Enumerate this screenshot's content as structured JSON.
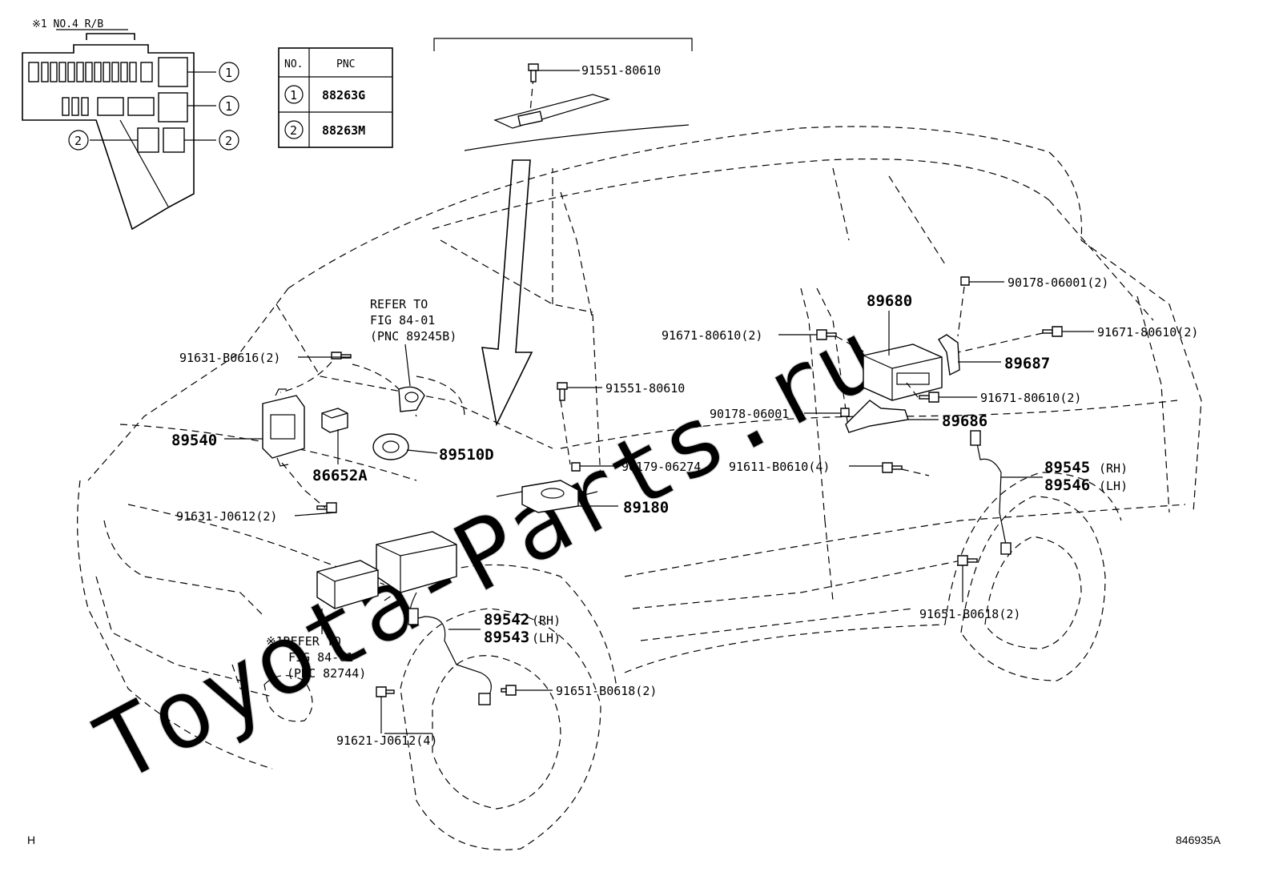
{
  "watermark": "Toyota-Parts.ru",
  "corner_left": "H",
  "corner_right": "846935A",
  "relay_box": {
    "title": "※1 NO.4 R/B",
    "marker_1": "1",
    "marker_2": "2"
  },
  "pnc_table": {
    "header_no": "NO.",
    "header_pnc": "PNC",
    "rows": [
      {
        "no": "1",
        "pnc": "88263G"
      },
      {
        "no": "2",
        "pnc": "88263M"
      }
    ]
  },
  "callouts": {
    "bolt_roof": "91551-80610",
    "bolt_mid": "91551-80610",
    "refer_sensor": [
      "REFER TO",
      "FIG 84-01",
      "(PNC 89245B)"
    ],
    "bolt_b0616": "91631-B0616(2)",
    "ecu_89540": "89540",
    "sensor_89510d": "89510D",
    "relay_86652a": "86652A",
    "bolt_j0612": "91631-J0612(2)",
    "nut_06274": "90179-06274",
    "sensor_89180": "89180",
    "bolt_b0610": "91611-B0610(4)",
    "module_89680": "89680",
    "bolt_80610_left": "91671-80610(2)",
    "nut_06001_top": "90178-06001(2)",
    "bolt_80610_right": "91671-80610(2)",
    "bracket_89687": "89687",
    "bolt_80610_lower": "91671-80610(2)",
    "nut_06001": "90178-06001",
    "bracket_89686": "89686",
    "rear_sensor_rh": "89545",
    "rear_sensor_rh_side": "(RH)",
    "rear_sensor_lh": "89546",
    "rear_sensor_lh_side": "(LH)",
    "front_sensor_rh": "89542",
    "front_sensor_rh_side": "(RH)",
    "front_sensor_lh": "89543",
    "front_sensor_lh_side": "(LH)",
    "refer_box": [
      "※1REFER TO",
      "FIG 84-01",
      "(PNC 82744)"
    ],
    "bolt_b0618_front": "91651-B0618(2)",
    "bolt_b0618_rear": "91651-B0618(2)",
    "bolt_j0612_4": "91621-J0612(4)"
  }
}
